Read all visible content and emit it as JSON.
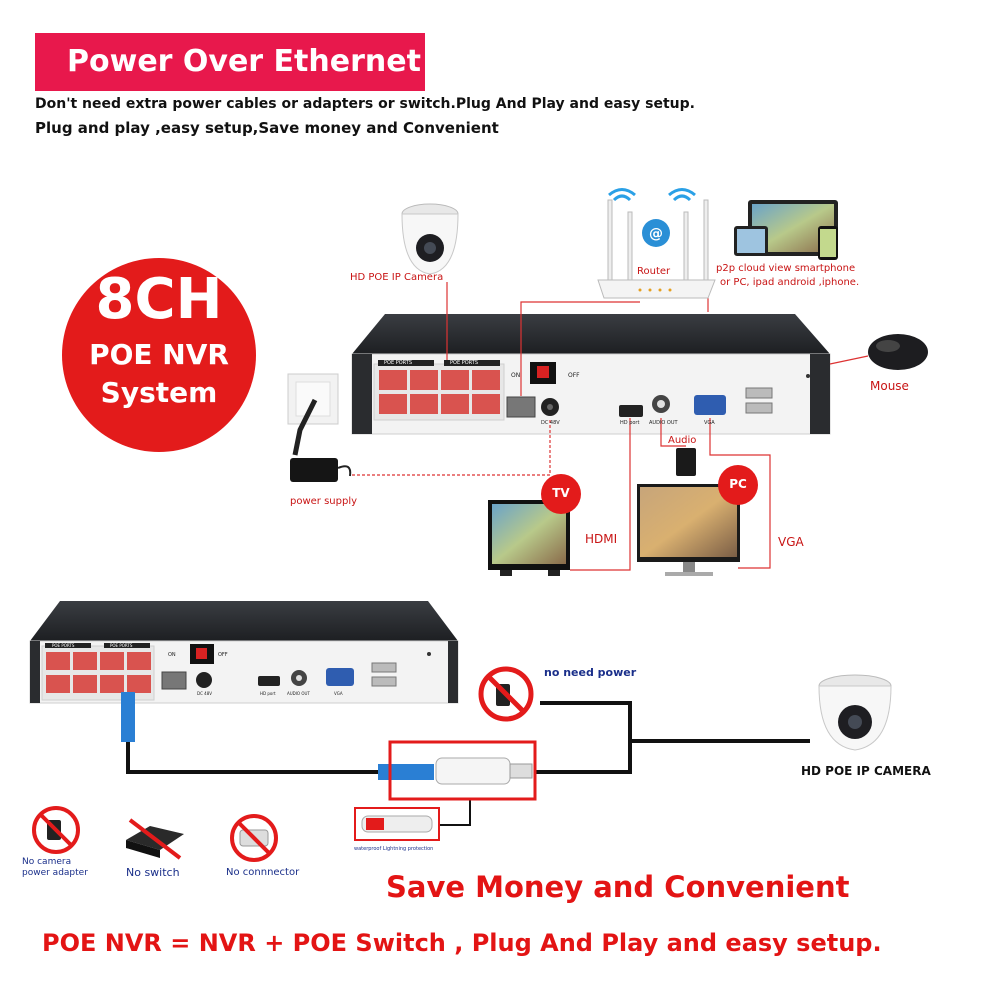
{
  "banner": {
    "title": "Power Over Ethernet"
  },
  "subtitle": {
    "line1": "Don't need extra power cables or adapters or switch.Plug And Play and easy setup.",
    "line2": "Plug and play ,easy setup,Save money and Convenient"
  },
  "badge": {
    "line1": "8CH",
    "line2": "POE NVR",
    "line3": "System"
  },
  "labels": {
    "camera_top": "HD POE IP Camera",
    "router": "Router",
    "p2p_line1": "p2p cloud  view smartphone",
    "p2p_line2": "or PC, ipad android ,iphone.",
    "mouse": "Mouse",
    "power_supply": "power supply",
    "audio": "Audio",
    "hdmi": "HDMI",
    "vga": "VGA",
    "tv": "TV",
    "pc": "PC"
  },
  "nvr_panel": {
    "poe_ports": "POE PORTS",
    "on": "ON",
    "off": "OFF",
    "dc": "DC 48V",
    "hd_port": "HD port",
    "audio_out": "AUDIO OUT",
    "vga_port": "VGA"
  },
  "bottom": {
    "no_need_power": "no need power",
    "camera": "HD POE IP CAMERA",
    "waterproof": "waterproof Lightning protection",
    "no_adapter_l1": "No camera",
    "no_adapter_l2": "power adapter",
    "no_switch": "No switch",
    "no_connector": "No connnector",
    "save": "Save Money and Convenient",
    "equation": "POE NVR = NVR + POE Switch , Plug And Play and easy setup."
  },
  "colors": {
    "banner": "#e8184c",
    "badge": "#e31b1b",
    "port": "#d9534f",
    "accent_text": "#e31414"
  }
}
